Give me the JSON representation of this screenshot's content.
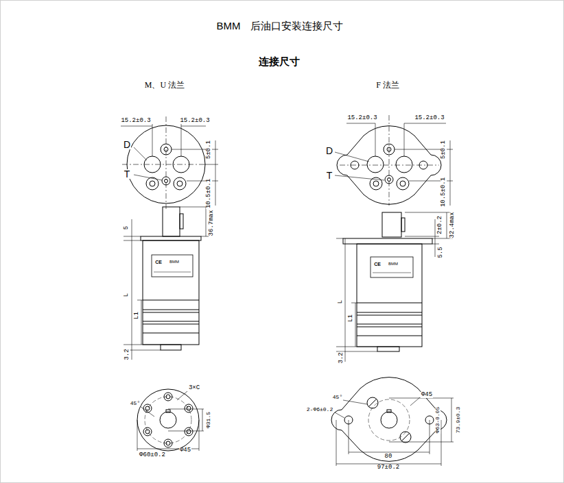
{
  "diagram": {
    "title": "BMM　后油口安装连接尺寸",
    "labels": [
      "连接尺寸",
      "M、U 法兰",
      "F 法兰",
      "15.2±0.3",
      "15.2±0.3",
      "D",
      "T",
      "5±0.1",
      "10.5±0.1",
      "36.7max",
      "5",
      "CE",
      "BMM",
      "L",
      "L1",
      "3.2",
      "3×C",
      "45°",
      "Φ31.5",
      "Φ45",
      "Φ60±0.2",
      "15.2±0.3",
      "15.2±0.3",
      "D",
      "T",
      "5±0.1",
      "10.5±0.1",
      "2±0.2",
      "32.4max",
      "5.5",
      "CE",
      "BMM",
      "L",
      "L1",
      "3.2",
      "45°",
      "2-Φ6±0.2",
      "Φ45",
      "Φ63-0.05",
      "73.9±0.3",
      "80",
      "97±0.2"
    ]
  }
}
